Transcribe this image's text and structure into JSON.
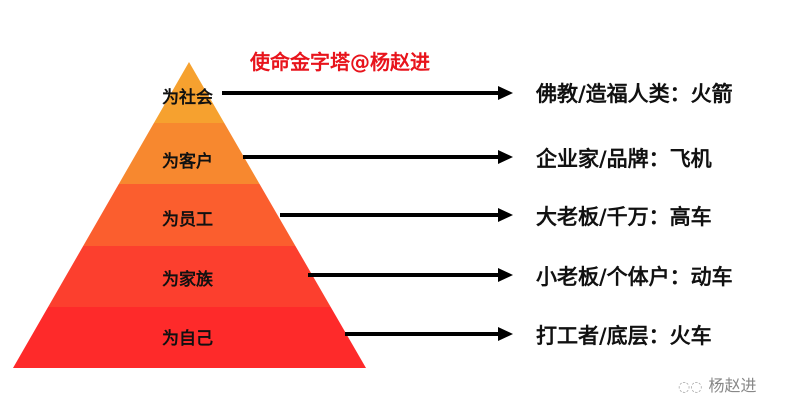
{
  "title": "使命金字塔@杨赵进",
  "colors": [
    "#f6a12f",
    "#f7882f",
    "#fb5e2e",
    "#fc3f2e",
    "#fe2a2a"
  ],
  "levels": [
    {
      "label": "为社会",
      "target": "佛教/造福人类：火箭"
    },
    {
      "label": "为客户",
      "target": "企业家/品牌：飞机"
    },
    {
      "label": "为员工",
      "target": "大老板/千万：高车"
    },
    {
      "label": "为家族",
      "target": "小老板/个体户：动车"
    },
    {
      "label": "为自己",
      "target": "打工者/底层：火车"
    }
  ],
  "watermark": {
    "icon": "wechat-icon",
    "text": "杨赵进"
  }
}
